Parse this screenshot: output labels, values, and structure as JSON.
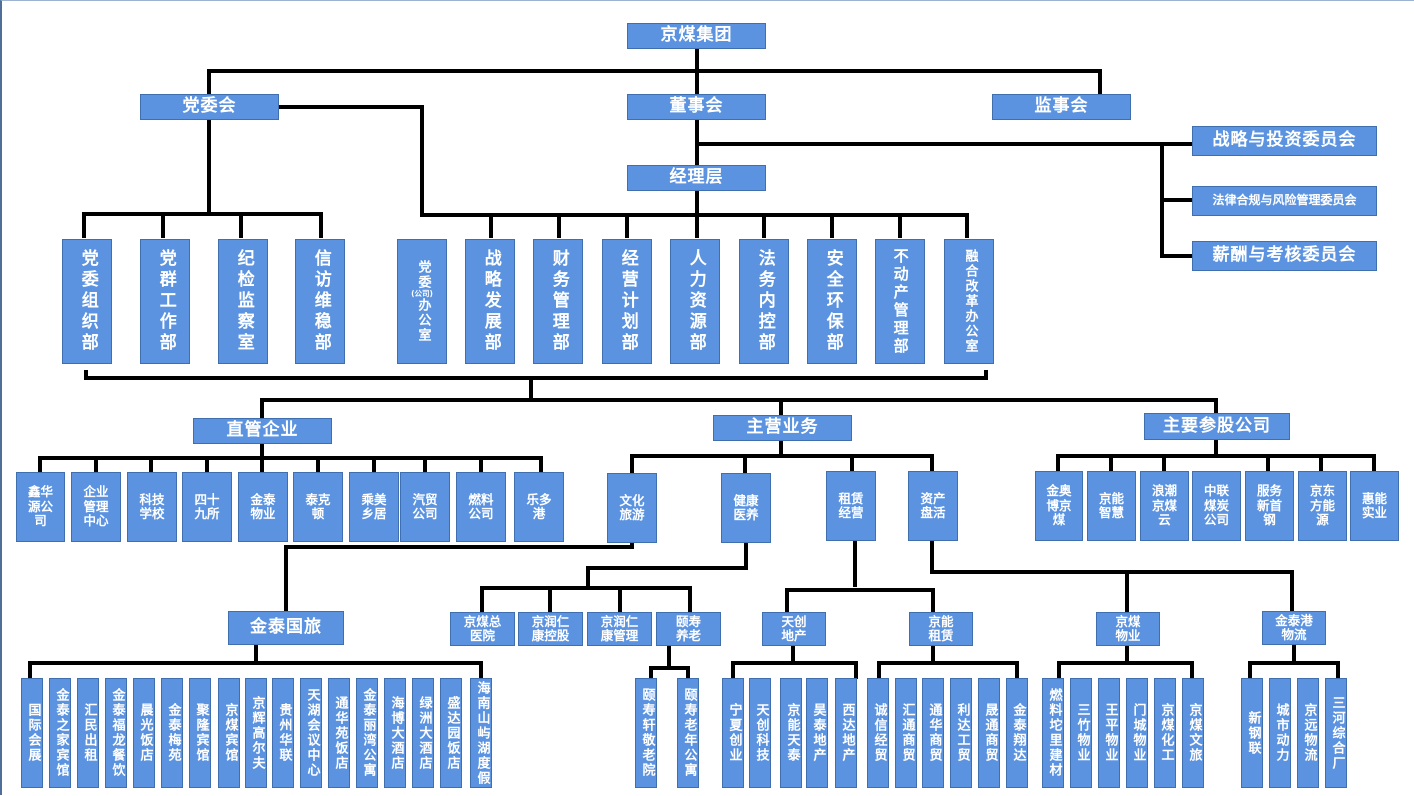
{
  "title": "京煤集团",
  "governance": {
    "party_committee": "党委会",
    "board": "董事会",
    "supervisory": "监事会",
    "management": "经理层",
    "board_committees": [
      "战略与投资委员会",
      "法律合规与风险管理委员会",
      "薪酬与考核委员会"
    ]
  },
  "party_departments": [
    "党委组织部",
    "党群工作部",
    "纪检监察室",
    "信访维稳部"
  ],
  "office": {
    "line1": "党委",
    "note": "(公司)",
    "line2": "办公室"
  },
  "functional_departments": [
    "战略发展部",
    "财务管理部",
    "经营计划部",
    "人力资源部",
    "法务内控部",
    "安全环保部",
    "不动产管理部",
    "融合改革办公室"
  ],
  "segments": {
    "direct": {
      "label": "直管企业",
      "items": [
        "鑫华\n源公\n司",
        "企业\n管理\n中心",
        "科技\n学校",
        "四十\n九所",
        "金泰\n物业",
        "泰克\n顿",
        "乘美\n乡居",
        "汽贸\n公司",
        "燃料\n公司",
        "乐多\n港"
      ]
    },
    "main": {
      "label": "主营业务",
      "items": [
        "文化\n旅游",
        "健康\n医养",
        "租赁\n经营",
        "资产\n盘活"
      ]
    },
    "holdings": {
      "label": "主要参股公司",
      "items": [
        "金奥\n博京\n煤",
        "京能\n智慧",
        "浪潮\n京煤\n云",
        "中联\n煤炭\n公司",
        "服务\n新首\n钢",
        "京东\n方能\n源",
        "惠能\n实业"
      ]
    }
  },
  "tourism": {
    "label": "金泰国旅",
    "items": [
      "国际会展",
      "金泰之家宾馆",
      "汇民出租",
      "金泰福龙餐饮",
      "晨光饭店",
      "金泰梅苑",
      "聚隆宾馆",
      "京煤宾馆",
      "京辉高尔夫",
      "贵州华联",
      "天湖会议中心",
      "通华苑饭店",
      "金泰丽湾公寓",
      "海博大酒店",
      "绿洲大酒店",
      "盛达园饭店",
      "海南山屿湖度假"
    ]
  },
  "health": {
    "items": [
      "京煤总\n医院",
      "京润仁\n康控股",
      "京润仁\n康管理",
      "颐寿\n养老"
    ],
    "elder_care": [
      "颐寿轩敬老院",
      "颐寿老年公寓"
    ]
  },
  "leasing": [
    {
      "label": "天创\n地产",
      "items": [
        "宁夏创业",
        "天创科技",
        "京能天泰",
        "昊泰地产",
        "西达地产"
      ]
    },
    {
      "label": "京能\n租赁",
      "items": [
        "诚信经贸",
        "汇通商贸",
        "通华商贸",
        "利达工贸",
        "晟通商贸",
        "金泰翔达"
      ]
    }
  ],
  "assets": [
    {
      "label": "京煤\n物业",
      "items": [
        "燃料坨里建材",
        "三竹物业",
        "王平物业",
        "门城物业",
        "京煤化工",
        "京煤文旅"
      ]
    },
    {
      "label": "金泰港\n物流",
      "items": [
        "新钢联",
        "城市动力",
        "京远物流",
        "三河综合厂"
      ]
    }
  ]
}
